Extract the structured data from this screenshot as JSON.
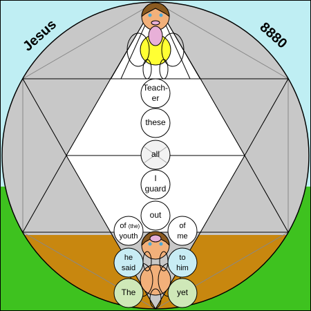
{
  "header": {
    "name": "Jesus",
    "number": "8880"
  },
  "words": {
    "w1a": "Teach-",
    "w1b": "er",
    "w2": "these",
    "w3": "all",
    "w4a": "I",
    "w4b": "guard",
    "w5": "out",
    "w6a": "of",
    "w6small": "(the)",
    "w6b": "youth",
    "w7a": "of",
    "w7b": "me",
    "w8a": "he",
    "w8b": "said",
    "w9a": "to",
    "w9b": "him",
    "w10": "The",
    "w11": "yet"
  },
  "colors": {
    "sky": "#bfeef3",
    "grass": "#3ec21f",
    "earth": "#c8870f",
    "circle_gray": "#c8c8c8",
    "hexagram": "#ffffff",
    "face": "#f2b07a",
    "hair": "#8a5a20",
    "eyes": "#4aa8d8",
    "pink": "#e8b0d8",
    "yellow": "#ffff33",
    "pale_green": "#cfe8b8",
    "pale_blue": "#c8ecf4"
  }
}
